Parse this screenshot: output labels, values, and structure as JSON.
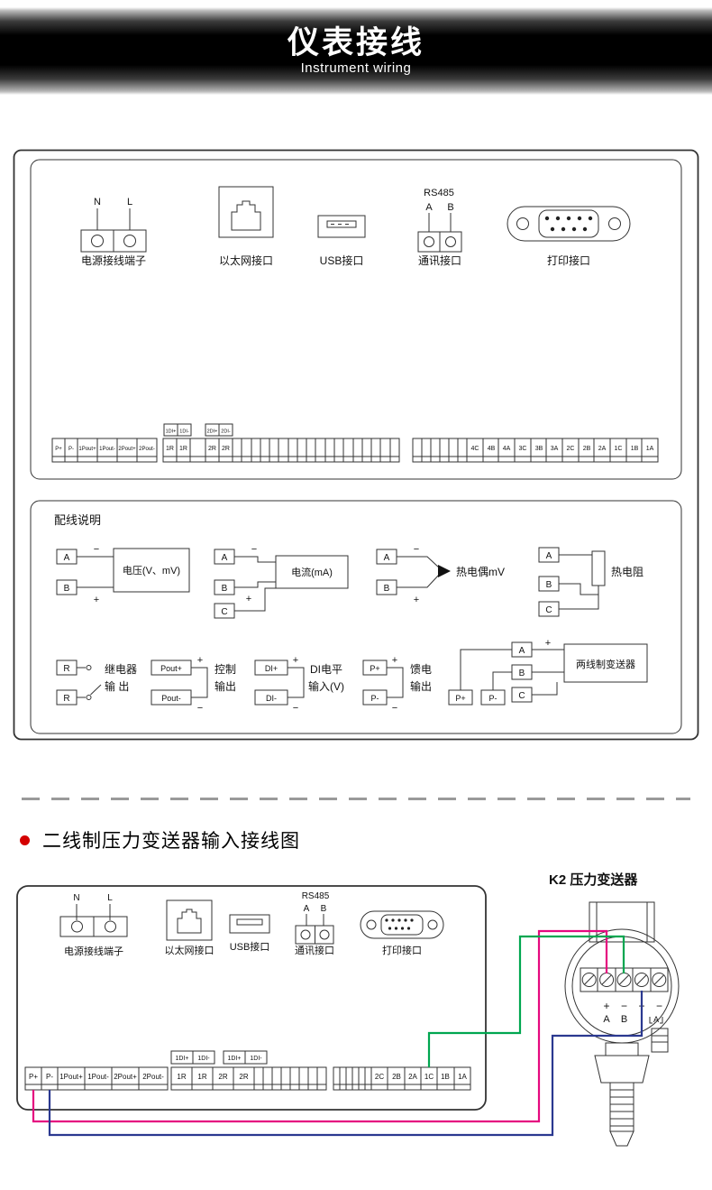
{
  "header": {
    "title": "仪表接线",
    "subtitle": "Instrument wiring"
  },
  "signs": {
    "plus": "+",
    "minus": "−"
  },
  "ports": {
    "power_label": "电源接线端子",
    "n": "N",
    "l": "L",
    "ethernet_label": "以太网接口",
    "usb_label": "USB接口",
    "comm_label": "通讯接口",
    "rs485": "RS485",
    "a": "A",
    "b": "B",
    "printer_label": "打印接口"
  },
  "top_strips": {
    "left": [
      "P+",
      "P-",
      "1Pout+",
      "1Pout-",
      "2Pout+",
      "2Pout-"
    ],
    "di1": [
      "1DI+",
      "1DI-"
    ],
    "di2": [
      "2DI+",
      "2DI-"
    ],
    "relay": [
      "1R",
      "1R",
      "2R",
      "2R"
    ],
    "right": [
      "4C",
      "4B",
      "4A",
      "3C",
      "3B",
      "3A",
      "2C",
      "2B",
      "2A",
      "1C",
      "1B",
      "1A"
    ]
  },
  "wiring_notes": {
    "title": "配线说明",
    "term_a": "A",
    "term_b": "B",
    "term_c": "C",
    "term_r": "R",
    "voltage_box": "电压(V、mV)",
    "current_box": "电流(mA)",
    "thermocouple_label": "热电偶mV",
    "rtd_label": "热电阻",
    "relay_line1": "继电器",
    "relay_line2": "输 出",
    "pout_plus": "Pout+",
    "pout_minus": "Pout-",
    "control_line1": "控制",
    "control_line2": "输出",
    "di_plus": "DI+",
    "di_minus": "DI-",
    "di_line1": "DI电平",
    "di_line2": "输入(V)",
    "p_plus": "P+",
    "p_minus": "P-",
    "feed_line1": "馈电",
    "feed_line2": "输出",
    "transmitter_box": "两线制变送器"
  },
  "section2": {
    "heading": "二线制压力变送器输入接线图",
    "transmitter_title": "K2 压力变送器",
    "strips": {
      "left": [
        "P+",
        "P-",
        "1Pout+",
        "1Pout-",
        "2Pout+",
        "2Pout-"
      ],
      "di1": [
        "1DI+",
        "1DI-"
      ],
      "di2": [
        "1DI+",
        "1DI-"
      ],
      "relay": [
        "1R",
        "1R",
        "2R",
        "2R"
      ],
      "right": [
        "2C",
        "2B",
        "2A",
        "1C",
        "1B",
        "1A"
      ]
    },
    "transmitter": {
      "t1": "+",
      "t2": "−",
      "t3": "+",
      "t4": "−",
      "la": "A",
      "lb": "B",
      "la2": "A"
    },
    "wires": {
      "positive": "#e5097f",
      "negative": "#2b3990",
      "signal": "#00a650"
    }
  }
}
